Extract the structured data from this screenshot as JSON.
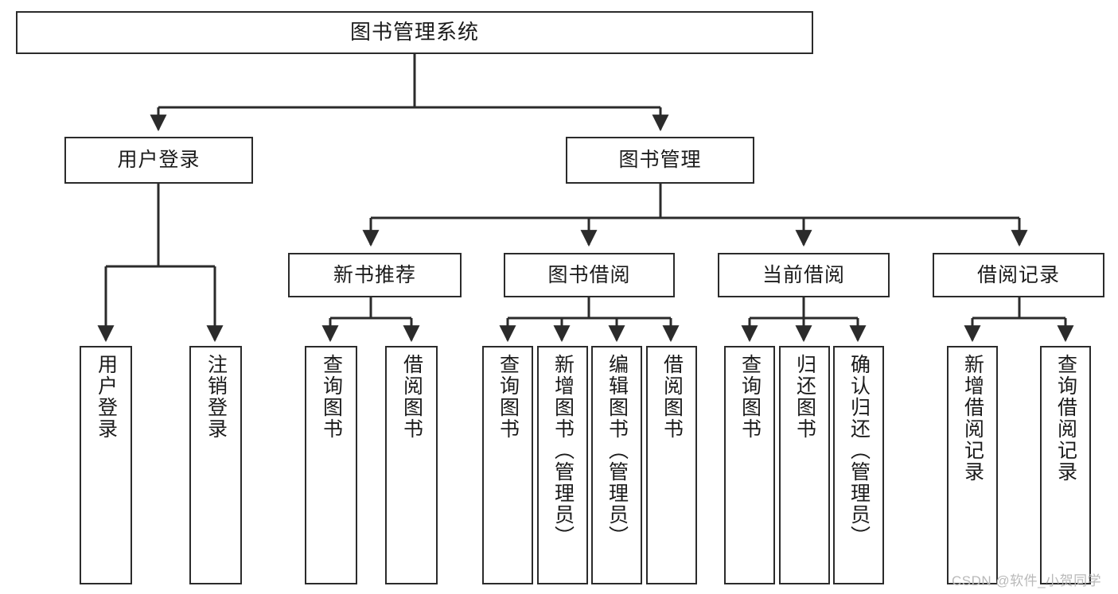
{
  "diagram": {
    "title": "图书管理系统",
    "watermark": "CSDN @软件_小贺同学",
    "colors": {
      "border": "#2b2b2b",
      "background": "#ffffff",
      "text": "#1b1b1b",
      "watermark": "#b9b9b9"
    },
    "levels": {
      "root": {
        "label": "图书管理系统"
      },
      "level2": [
        {
          "label": "用户登录"
        },
        {
          "label": "图书管理"
        }
      ],
      "level3": [
        {
          "label": "新书推荐"
        },
        {
          "label": "图书借阅"
        },
        {
          "label": "当前借阅"
        },
        {
          "label": "借阅记录"
        }
      ],
      "leaves": {
        "user_login": [
          {
            "label": "用户登录"
          },
          {
            "label": "注销登录"
          }
        ],
        "new_book_recommend": [
          {
            "label": "查询图书"
          },
          {
            "label": "借阅图书"
          }
        ],
        "book_borrow": [
          {
            "label": "查询图书"
          },
          {
            "label": "新增图书（管理员）"
          },
          {
            "label": "编辑图书（管理员）"
          },
          {
            "label": "借阅图书"
          }
        ],
        "current_borrow": [
          {
            "label": "查询图书"
          },
          {
            "label": "归还图书"
          },
          {
            "label": "确认归还（管理员）"
          }
        ],
        "borrow_record": [
          {
            "label": "新增借阅记录"
          },
          {
            "label": "查询借阅记录"
          }
        ]
      }
    }
  }
}
